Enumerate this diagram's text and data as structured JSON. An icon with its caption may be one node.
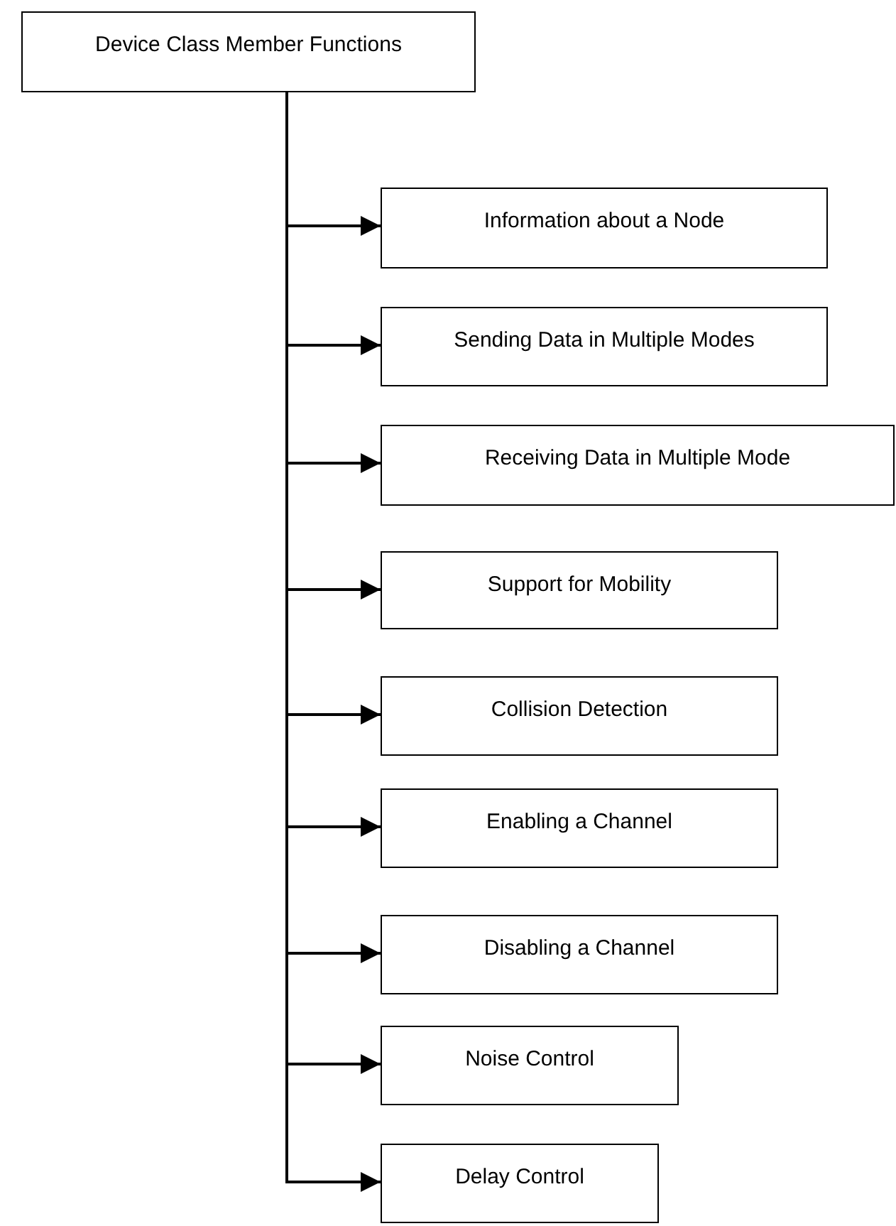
{
  "diagram": {
    "nodes": [
      {
        "text": [
          "Device Class Member Functions"
        ]
      },
      {
        "text": [
          "Information about a Node"
        ]
      },
      {
        "text": [
          "Sending Data in Multiple Modes"
        ]
      },
      {
        "text": [
          "Receiving Data in Multiple Mode"
        ]
      },
      {
        "text": [
          "Support for Mobility"
        ]
      },
      {
        "text": [
          "Collision Detection"
        ]
      },
      {
        "text": [
          "Enabling a Channel"
        ]
      },
      {
        "text": [
          "Disabling a Channel"
        ]
      },
      {
        "text": [
          "Noise Control"
        ]
      },
      {
        "text": [
          "Delay Control"
        ]
      }
    ],
    "edges": [
      {
        "from": 0,
        "to": 1,
        "arrow": "to"
      },
      {
        "from": 0,
        "to": 2,
        "arrow": "to"
      },
      {
        "from": 0,
        "to": 3,
        "arrow": "to"
      },
      {
        "from": 0,
        "to": 4,
        "arrow": "to"
      },
      {
        "from": 0,
        "to": 5,
        "arrow": "to"
      },
      {
        "from": 0,
        "to": 6,
        "arrow": "to"
      },
      {
        "from": 0,
        "to": 7,
        "arrow": "to"
      },
      {
        "from": 0,
        "to": 8,
        "arrow": "to"
      },
      {
        "from": 0,
        "to": 9,
        "arrow": "to"
      }
    ]
  }
}
